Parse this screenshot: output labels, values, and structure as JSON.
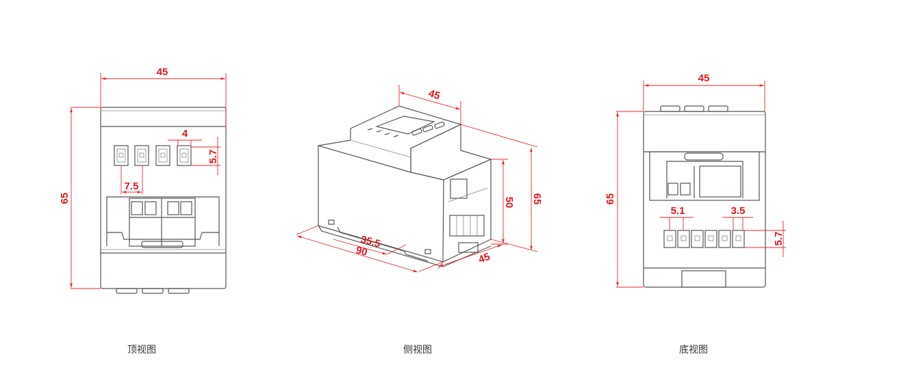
{
  "views": {
    "top": {
      "caption": "顶视图",
      "dims": {
        "width": "45",
        "height": "65",
        "button_width": "4",
        "button_height": "5.7",
        "button_pitch": "7.5"
      }
    },
    "side": {
      "caption": "侧视图",
      "dims": {
        "top_width": "45",
        "total_height": "65",
        "body_height": "50",
        "depth": "45",
        "length": "90",
        "rail": "35.5"
      }
    },
    "bottom": {
      "caption": "底视图",
      "dims": {
        "width": "45",
        "height": "65",
        "terminal_pitch": "5.1",
        "terminal_width": "3.5",
        "terminal_height": "5.7"
      }
    }
  },
  "colors": {
    "dimension": "#f0242a",
    "outline": "#555555"
  }
}
